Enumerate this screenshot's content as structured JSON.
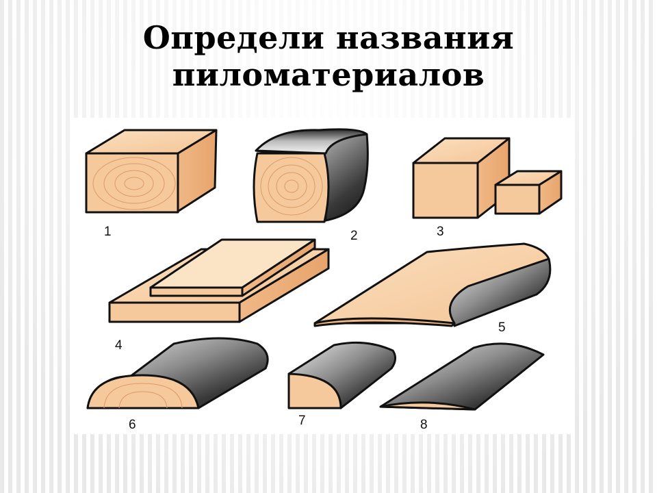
{
  "slide": {
    "title": "Определи названия пиломатериалов",
    "labels": {
      "n1": "1",
      "n2": "2",
      "n3": "3",
      "n4": "4",
      "n5": "5",
      "n6": "6",
      "n7": "7",
      "n8": "8"
    }
  },
  "colors": {
    "wood_light": "#f8d2a8",
    "wood_end": "#f3bf8e",
    "wood_dark": "#e8a873",
    "bark_dark": "#2a2a2a",
    "bark_light": "#d8d8d8",
    "outline": "#111111"
  }
}
